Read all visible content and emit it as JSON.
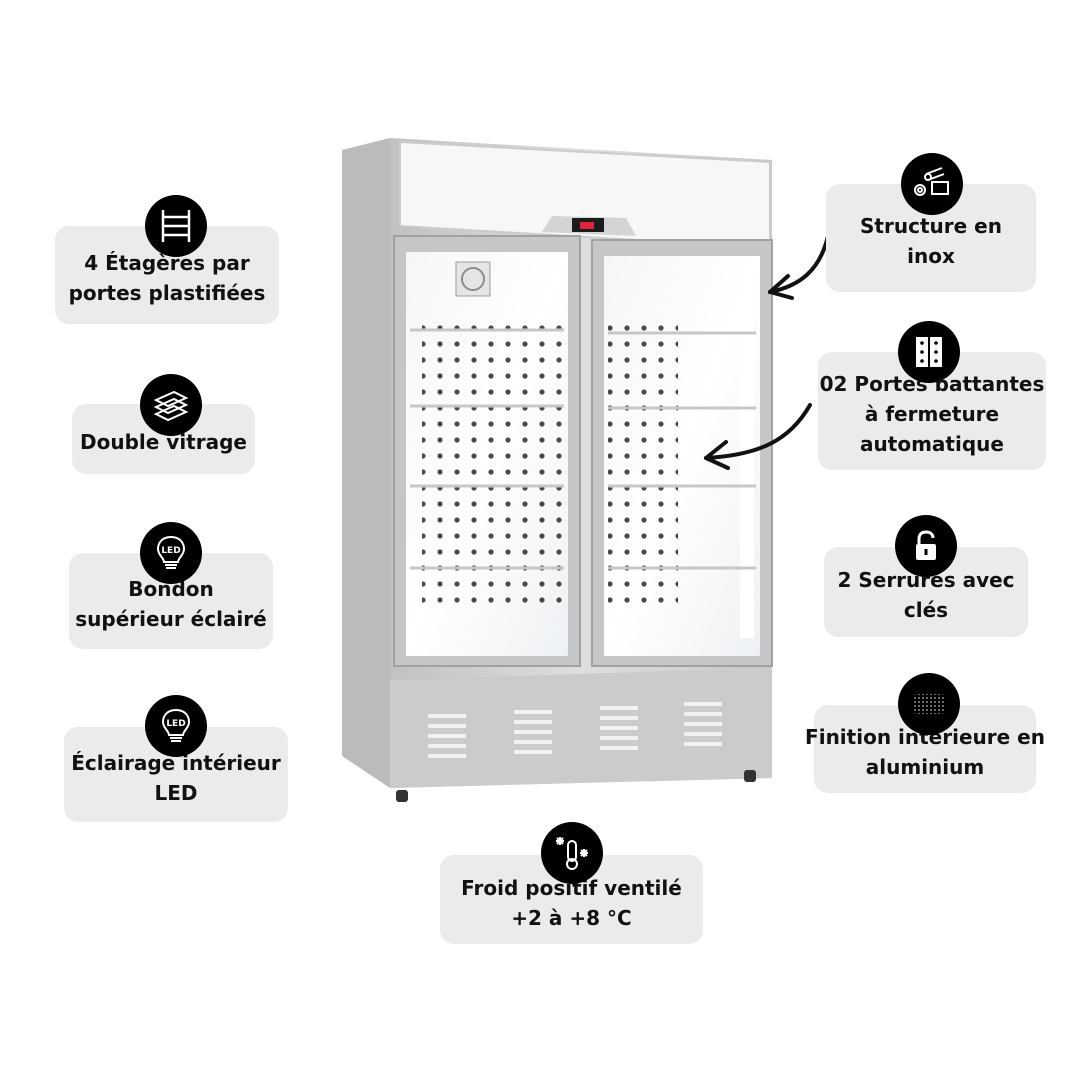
{
  "features": {
    "shelves": {
      "line1": "4 Étagères par",
      "line2": "portes plastifiées",
      "icon": "shelving-icon"
    },
    "glazing": {
      "line1": "Double vitrage",
      "icon": "layers-icon"
    },
    "canopy": {
      "line1": "Bondon",
      "line2": "supérieur éclairé",
      "icon": "led-bulb-icon"
    },
    "lighting": {
      "line1": "Éclairage intérieur",
      "line2": "LED",
      "icon": "led-bulb-icon"
    },
    "cooling": {
      "line1": "Froid positif ventilé",
      "line2": "+2 à +8 °C",
      "icon": "thermometer-snowflake-icon"
    },
    "structure": {
      "line1": "Structure en",
      "line2": "inox",
      "icon": "steel-beams-icon"
    },
    "doors": {
      "line1": "02 Portes battantes",
      "line2": "à fermeture",
      "line3": "automatique",
      "icon": "hinge-icon"
    },
    "locks": {
      "line1": "2 Serrures avec",
      "line2": "clés",
      "icon": "padlock-icon"
    },
    "finish": {
      "line1": "Finition intérieure en",
      "line2": "aluminium",
      "icon": "mesh-texture-icon"
    }
  },
  "colors": {
    "card_bg": "#ebebeb",
    "badge_bg": "#000000",
    "text": "#111111",
    "display": "#e0223a"
  }
}
